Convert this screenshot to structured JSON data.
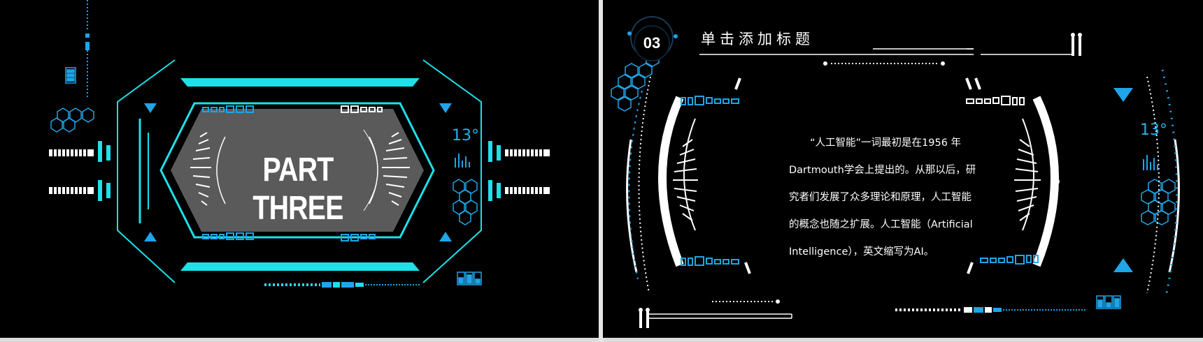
{
  "left_slide": {
    "part_title": "PART THREE",
    "temperature": "13°"
  },
  "right_slide": {
    "section_number": "03",
    "heading": "单击添加标题",
    "temperature": "13°",
    "body_lines": [
      "“人工智能”一词最初是在1956 年",
      "Dartmouth学会上提出的。从那以后，研",
      "究者们发展了众多理论和原理，人工智能",
      "的概念也随之扩展。人工智能（Artificial",
      "Intelligence），英文缩写为AI。"
    ]
  },
  "colors": {
    "background": "#000000",
    "accent_cyan": "#1ee0e8",
    "accent_blue": "#1fa5e8",
    "panel_gray": "#5a5a5a",
    "text": "#ffffff"
  },
  "icons": [
    "hexagon-cluster-icon",
    "battery-icon",
    "triangle-marker-icon",
    "tick-bars-icon"
  ]
}
